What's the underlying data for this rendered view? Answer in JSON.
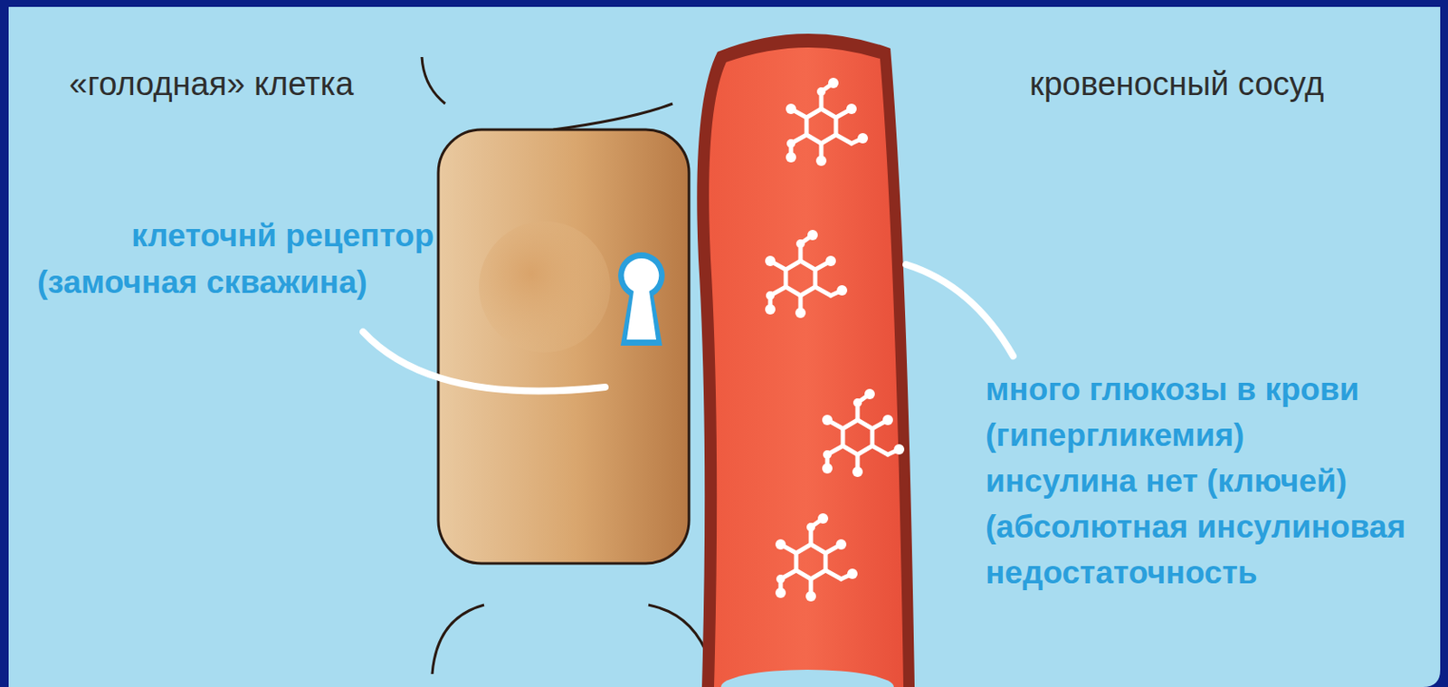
{
  "diagram": {
    "labels": [
      "«голодная» клетка",
      "кровеносный сосуд",
      "клеточнй рецептор",
      "(замочная скважина)",
      "много глюкозы в крови",
      "(гипергликемия)",
      "инсулина нет (ключей)",
      "(абсолютная инсулиновая",
      "недостаточность"
    ]
  }
}
